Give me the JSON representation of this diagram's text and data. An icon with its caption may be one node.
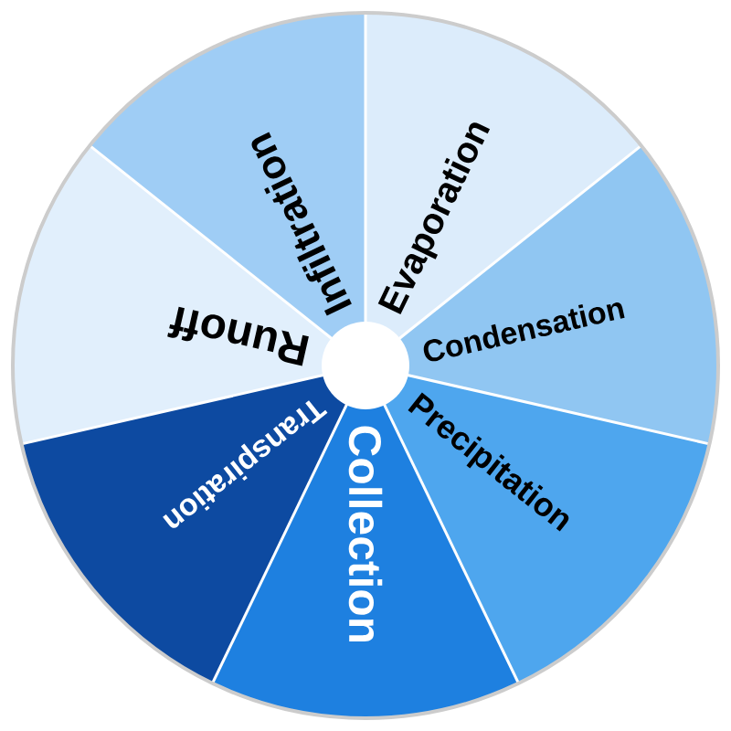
{
  "diagram": {
    "nodes": [
      {
        "text": [
          "Evaporation"
        ]
      },
      {
        "text": [
          "Condensation"
        ]
      },
      {
        "text": [
          "Precipitation"
        ]
      },
      {
        "text": [
          "Collection"
        ]
      },
      {
        "text": [
          "Transpiration"
        ]
      },
      {
        "text": [
          "Runoff"
        ]
      },
      {
        "text": [
          "Infiltration"
        ]
      }
    ]
  }
}
